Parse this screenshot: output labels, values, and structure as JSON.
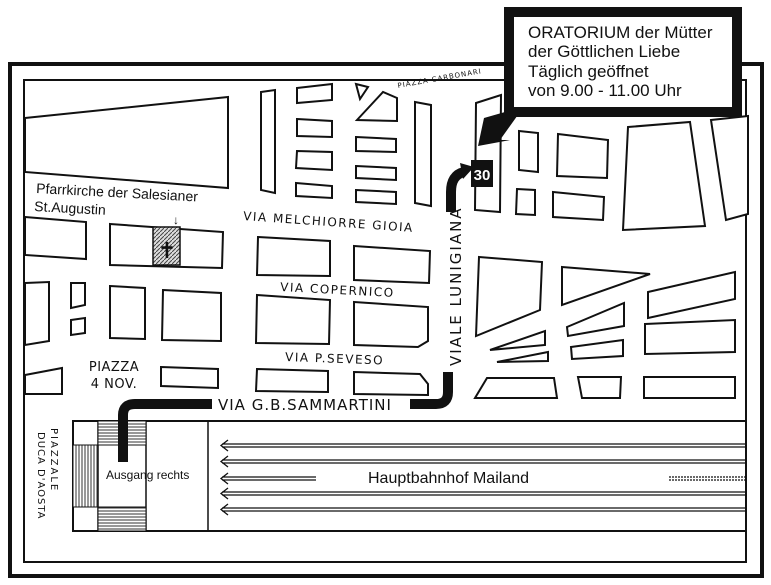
{
  "callout": {
    "lines": [
      "ORATORIUM der Mütter",
      "der Göttlichen Liebe",
      "Täglich geöffnet",
      "von 9.00 - 11.00 Uhr"
    ]
  },
  "marker_number": "30",
  "church": {
    "line1": "Pfarrkirche der Salesianer",
    "line2": "St.Augustin"
  },
  "streets": {
    "piazza_carbonari": "PIAZZA CARBONARI",
    "melchiorre_gioia": "VIA MELCHIORRE GIOIA",
    "copernico": "VIA COPERNICO",
    "seveso": "VIA P.SEVESO",
    "sammartini": "VIA G.B.SAMMARTINI",
    "lunigiana": "VIALE LUNIGIANA",
    "piazza_4nov_1": "PIAZZA",
    "piazza_4nov_2": "4 NOV.",
    "duca_1": "PIAZZALE",
    "duca_2": "DUCA D'AOSTA"
  },
  "station": {
    "name": "Hauptbahnhof Mailand",
    "exit": "Ausgang rechts"
  },
  "colors": {
    "ink": "#111111",
    "paper": "#ffffff"
  }
}
